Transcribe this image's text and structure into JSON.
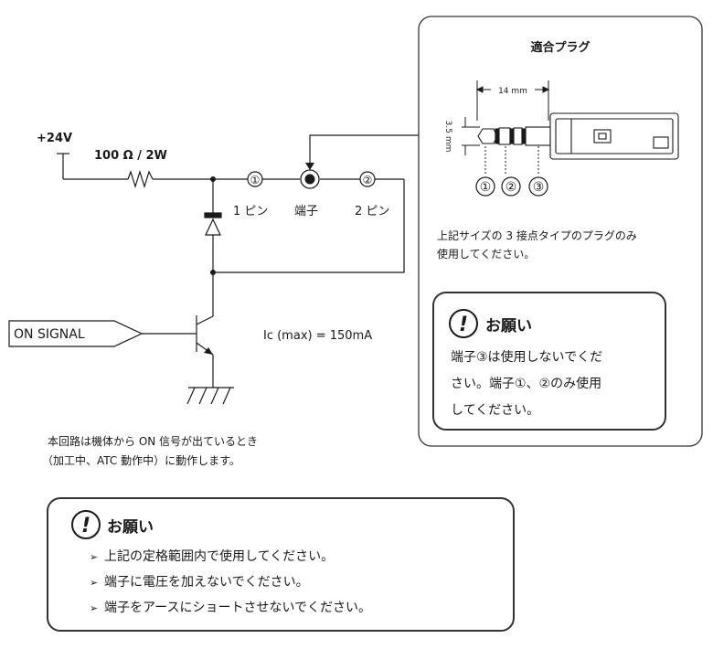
{
  "circuit": {
    "supply": "+24V",
    "resistor": "100 Ω / 2W",
    "pin1_num": "①",
    "pin1_label": "1 ピン",
    "terminal_label": "端子",
    "pin2_num": "②",
    "pin2_label": "2 ピン",
    "signal": "ON SIGNAL",
    "ic_rating": "Ic (max) = 150mA"
  },
  "plug_panel": {
    "title": "適合プラグ",
    "length_dim": "14 mm",
    "diameter_dim": "3.5 mm",
    "contact1": "①",
    "contact2": "②",
    "contact3": "③",
    "desc_line1": "上記サイズの 3 接点タイプのプラグのみ",
    "desc_line2": "使用してください。",
    "notice": {
      "title": "お願い",
      "line1": "端子③は使用しないでくだ",
      "line2": "さい。端子①、②のみ使用",
      "line3": "してください。"
    }
  },
  "note": {
    "line1": "本回路は機体から ON 信号が出ているとき",
    "line2": "（加工中、ATC 動作中）に動作します。"
  },
  "bottom_notice": {
    "title": "お願い",
    "items": [
      "上記の定格範囲内で使用してください。",
      "端子に電圧を加えないでください。",
      "端子をアースにショートさせないでください。"
    ]
  }
}
